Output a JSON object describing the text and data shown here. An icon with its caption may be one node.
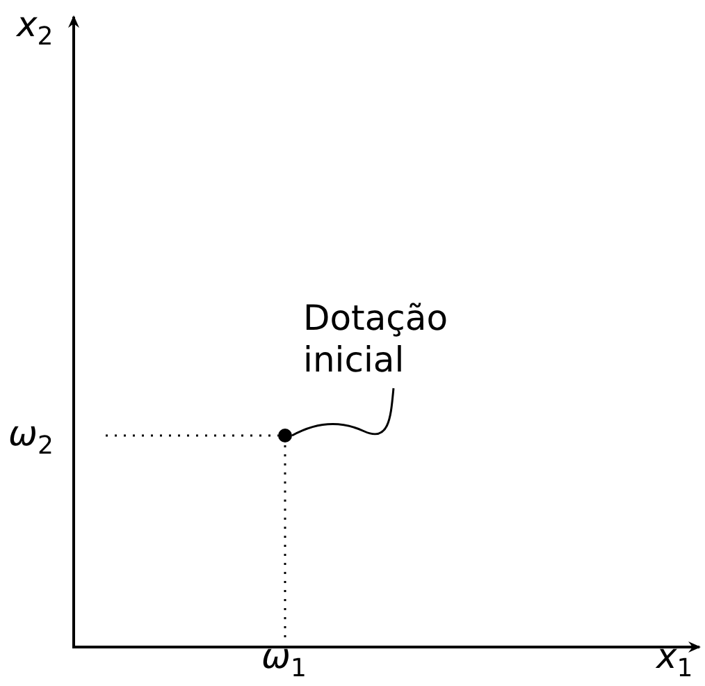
{
  "diagram": {
    "nodes": [
      {
        "text": [
          "Dotação inicial"
        ]
      },
      {
        "text": [],
        "shape": "circle"
      }
    ],
    "edges": [
      {
        "from": 0,
        "to": 1,
        "arrow": "none"
      }
    ],
    "labels": [
      "x$_{2}$",
      "ω$_{2}$",
      "ω$_{1}$",
      "x$_{1}$"
    ]
  }
}
